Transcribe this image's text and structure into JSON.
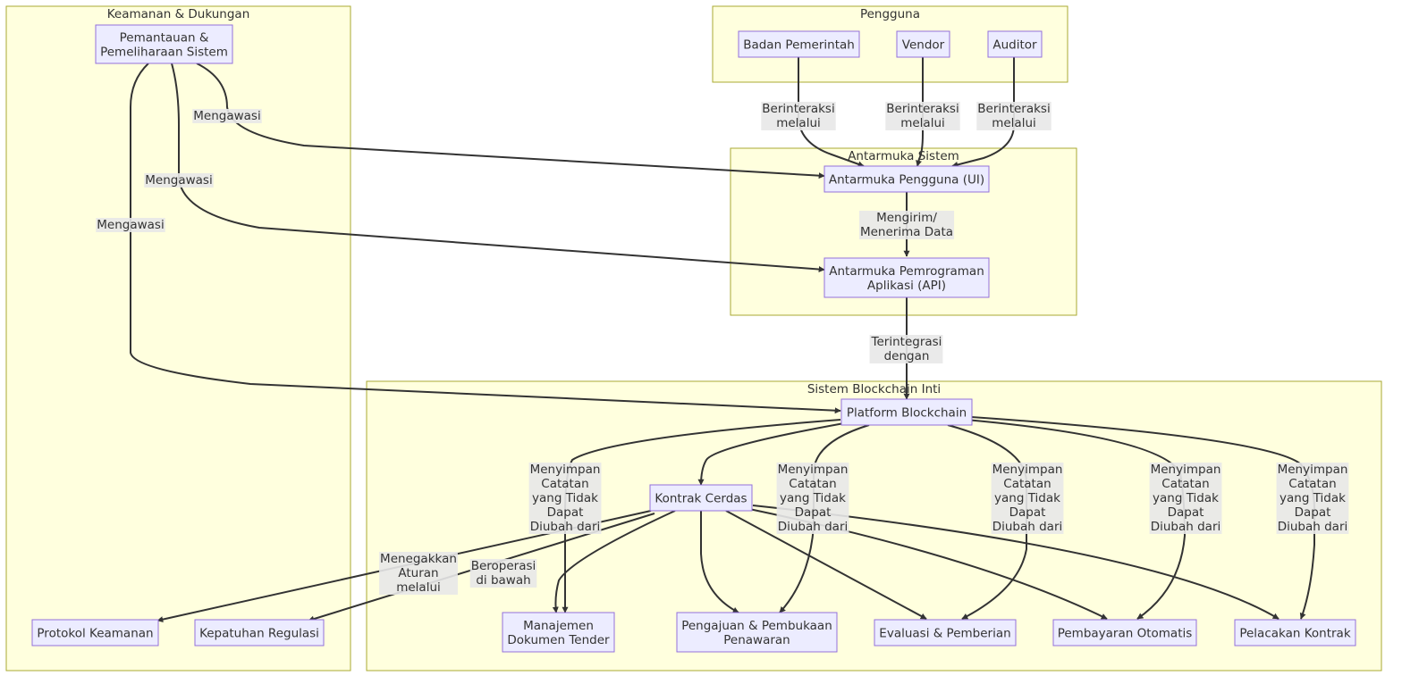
{
  "clusters": {
    "security": "Keamanan & Dukungan",
    "users": "Pengguna",
    "interface": "Antarmuka Sistem",
    "core": "Sistem Blockchain Inti"
  },
  "nodes": {
    "monitoring": [
      "Pemantauan &",
      "Pemeliharaan Sistem"
    ],
    "gov": [
      "Badan Pemerintah"
    ],
    "vendor": [
      "Vendor"
    ],
    "auditor": [
      "Auditor"
    ],
    "ui": [
      "Antarmuka Pengguna (UI)"
    ],
    "api": [
      "Antarmuka Pemrograman",
      "Aplikasi (API)"
    ],
    "blockchain": [
      "Platform Blockchain"
    ],
    "smart": [
      "Kontrak Cerdas"
    ],
    "security": [
      "Protokol Keamanan"
    ],
    "compliance": [
      "Kepatuhan Regulasi"
    ],
    "tender": [
      "Manajemen",
      "Dokumen Tender"
    ],
    "bidding": [
      "Pengajuan & Pembukaan",
      "Penawaran"
    ],
    "evaluation": [
      "Evaluasi & Pemberian"
    ],
    "payment": [
      "Pembayaran Otomatis"
    ],
    "tracking": [
      "Pelacakan Kontrak"
    ]
  },
  "edge_labels": {
    "interacts": [
      "Berinteraksi",
      "melalui"
    ],
    "supervise": [
      "Mengawasi"
    ],
    "send_receive": [
      "Mengirim/",
      "Menerima Data"
    ],
    "integrated": [
      "Terintegrasi",
      "dengan"
    ],
    "store": [
      "Menyimpan",
      "Catatan",
      "yang Tidak",
      "Dapat",
      "Diubah dari"
    ],
    "enforce": [
      "Menegakkan",
      "Aturan",
      "melalui"
    ],
    "operate": [
      "Beroperasi",
      "di bawah"
    ]
  },
  "colors": {
    "cluster_fill": "#ffffde",
    "cluster_stroke": "#aaaa33",
    "node_fill": "#ececff",
    "node_stroke": "#9370db",
    "edge": "#333333",
    "label_bg": "#e8e8e8",
    "text": "#333333"
  }
}
